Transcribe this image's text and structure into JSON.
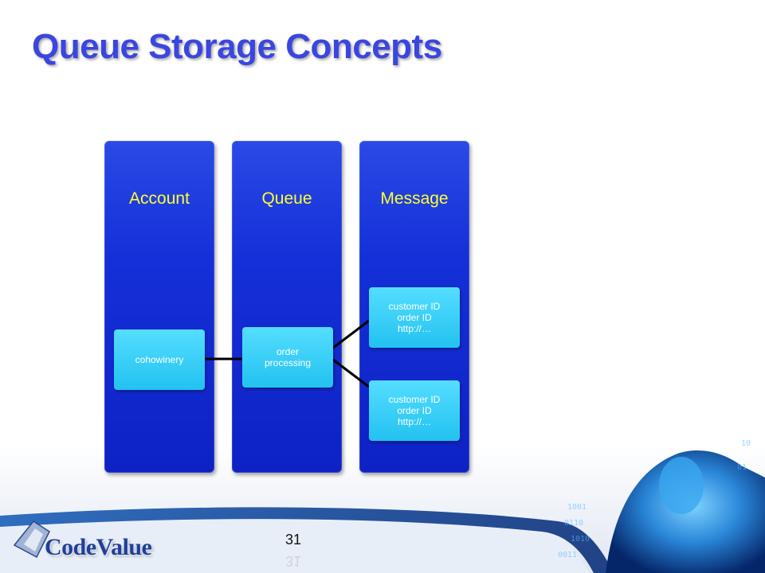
{
  "slide": {
    "title": "Queue Storage Concepts",
    "page_number": "31"
  },
  "diagram": {
    "columns": [
      {
        "label": "Account"
      },
      {
        "label": "Queue"
      },
      {
        "label": "Message"
      }
    ],
    "account_item": "cohowinery",
    "queue_item": "order\nprocessing",
    "messages": [
      "customer ID\norder ID\nhttp://…",
      "customer ID\norder ID\nhttp://…"
    ]
  },
  "logo": {
    "text": "CodeValue"
  },
  "colors": {
    "title": "#3a46e0",
    "column": "#1530d8",
    "column_label": "#ffff33",
    "item_box": "#22c2f0"
  }
}
